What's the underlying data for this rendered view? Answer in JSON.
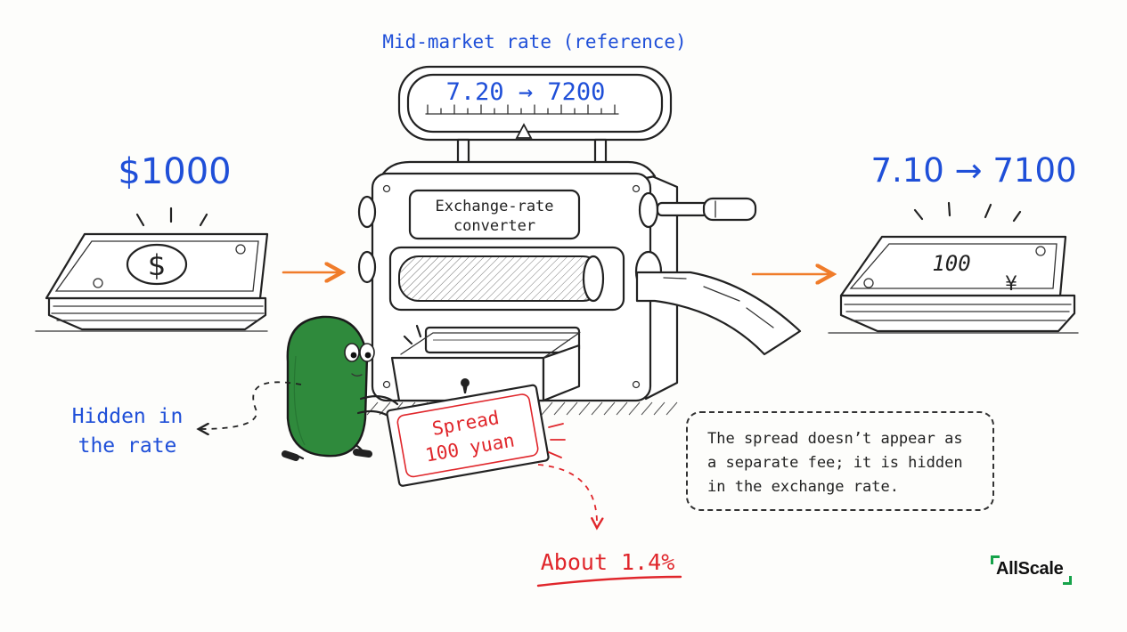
{
  "labels": {
    "reference_title": "Mid-market rate (reference)",
    "reference_value": "7.20 → 7200",
    "input_amount": "$1000",
    "input_bill_symbol": "$",
    "output_rate": "7.10 → 7100",
    "output_bill_value": "100",
    "output_bill_symbol": "¥",
    "machine_label_line1": "Exchange-rate",
    "machine_label_line2": "converter",
    "sign_line1": "Spread",
    "sign_line2": "100 yuan",
    "hidden_line1": "Hidden in",
    "hidden_line2": "the rate",
    "percent": "About 1.4%",
    "note": "The spread doesn’t appear as a separate fee; it is hidden in the exchange rate.",
    "logo": "AllScale"
  },
  "colors": {
    "blue_text": "#1f4fd8",
    "red_text": "#e0262b",
    "arrow_orange": "#f07c2a",
    "character_green": "#2f8a3c",
    "logo_accent": "#16a34a"
  },
  "icons": [
    "dollar-bill-stack-icon",
    "yuan-bill-stack-icon",
    "crank-handle-icon",
    "keyhole-icon"
  ]
}
